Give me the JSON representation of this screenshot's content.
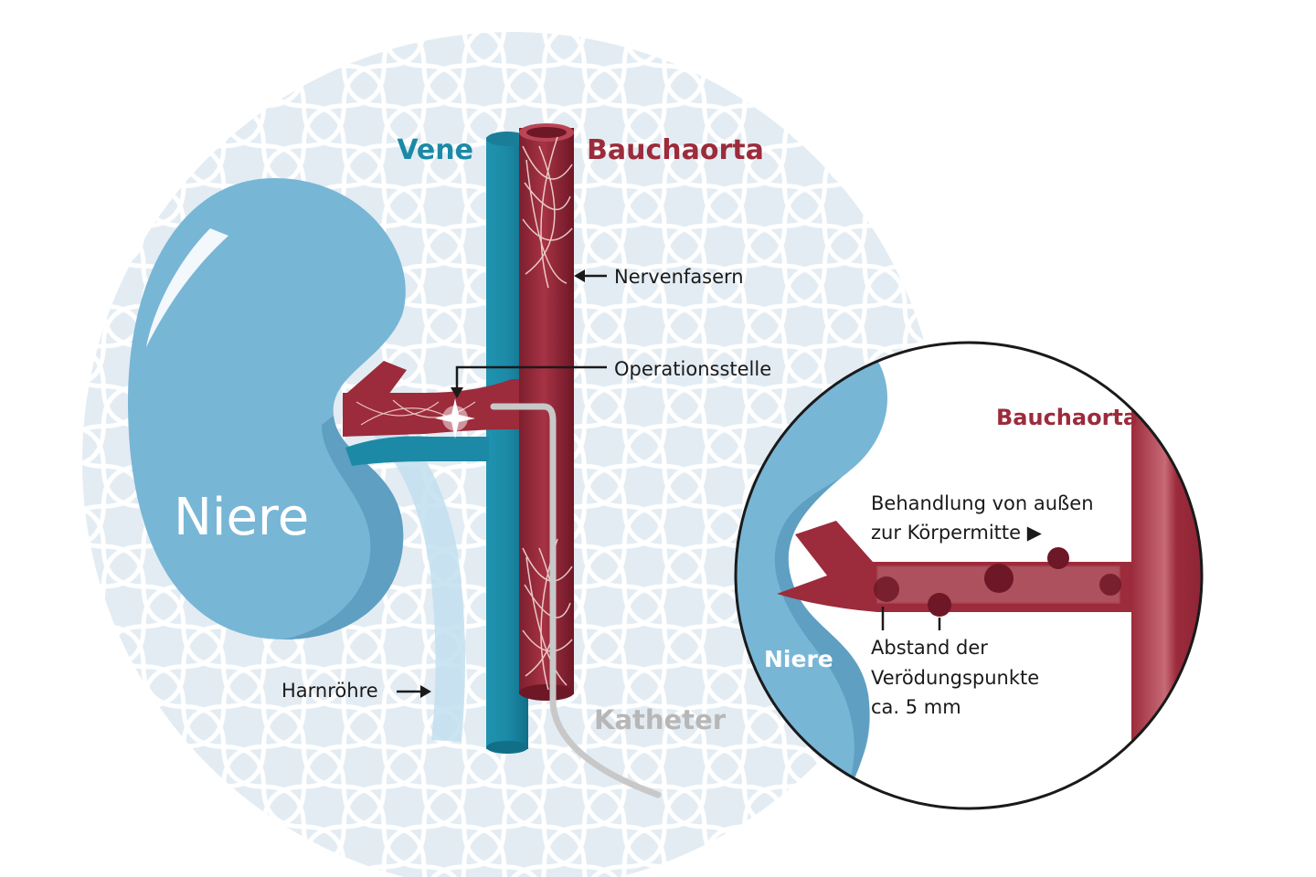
{
  "colors": {
    "background": "#ffffff",
    "pattern_bg": "#e3ecf3",
    "pattern_line": "#ffffff",
    "kidney": "#78b6d6",
    "kidney_dark": "#5e9fc2",
    "kidney_highlight": "#ffffff",
    "vein": "#1c8aa6",
    "vein_dark": "#126f88",
    "aorta": "#9c2b3b",
    "aorta_dark": "#6e1726",
    "nerve": "#f3d9d6",
    "catheter": "#c8c8c8",
    "ureter": "#c2dfee",
    "label_vein": "#1c8aa6",
    "label_aorta": "#9c2b3b",
    "label_dark": "#1a1a1a",
    "label_catheter": "#b7b7b7",
    "inset_border": "#1a1a1a"
  },
  "labels": {
    "vein": "Vene",
    "aorta": "Bauchaorta",
    "nerve_fibers": "Nervenfasern",
    "operation_site": "Operationsstelle",
    "kidney": "Niere",
    "ureter": "Harnröhre",
    "catheter": "Katheter"
  },
  "inset": {
    "aorta": "Bauchaorta",
    "treatment_line1": "Behandlung von außen",
    "treatment_line2": "zur Körpermitte ▶",
    "kidney": "Niere",
    "distance_line1": "Abstand der",
    "distance_line2": "Verödungspunkte",
    "distance_line3": "ca. 5 mm"
  },
  "icons": {
    "arrow": "arrow-icon",
    "spark": "spark-icon"
  }
}
